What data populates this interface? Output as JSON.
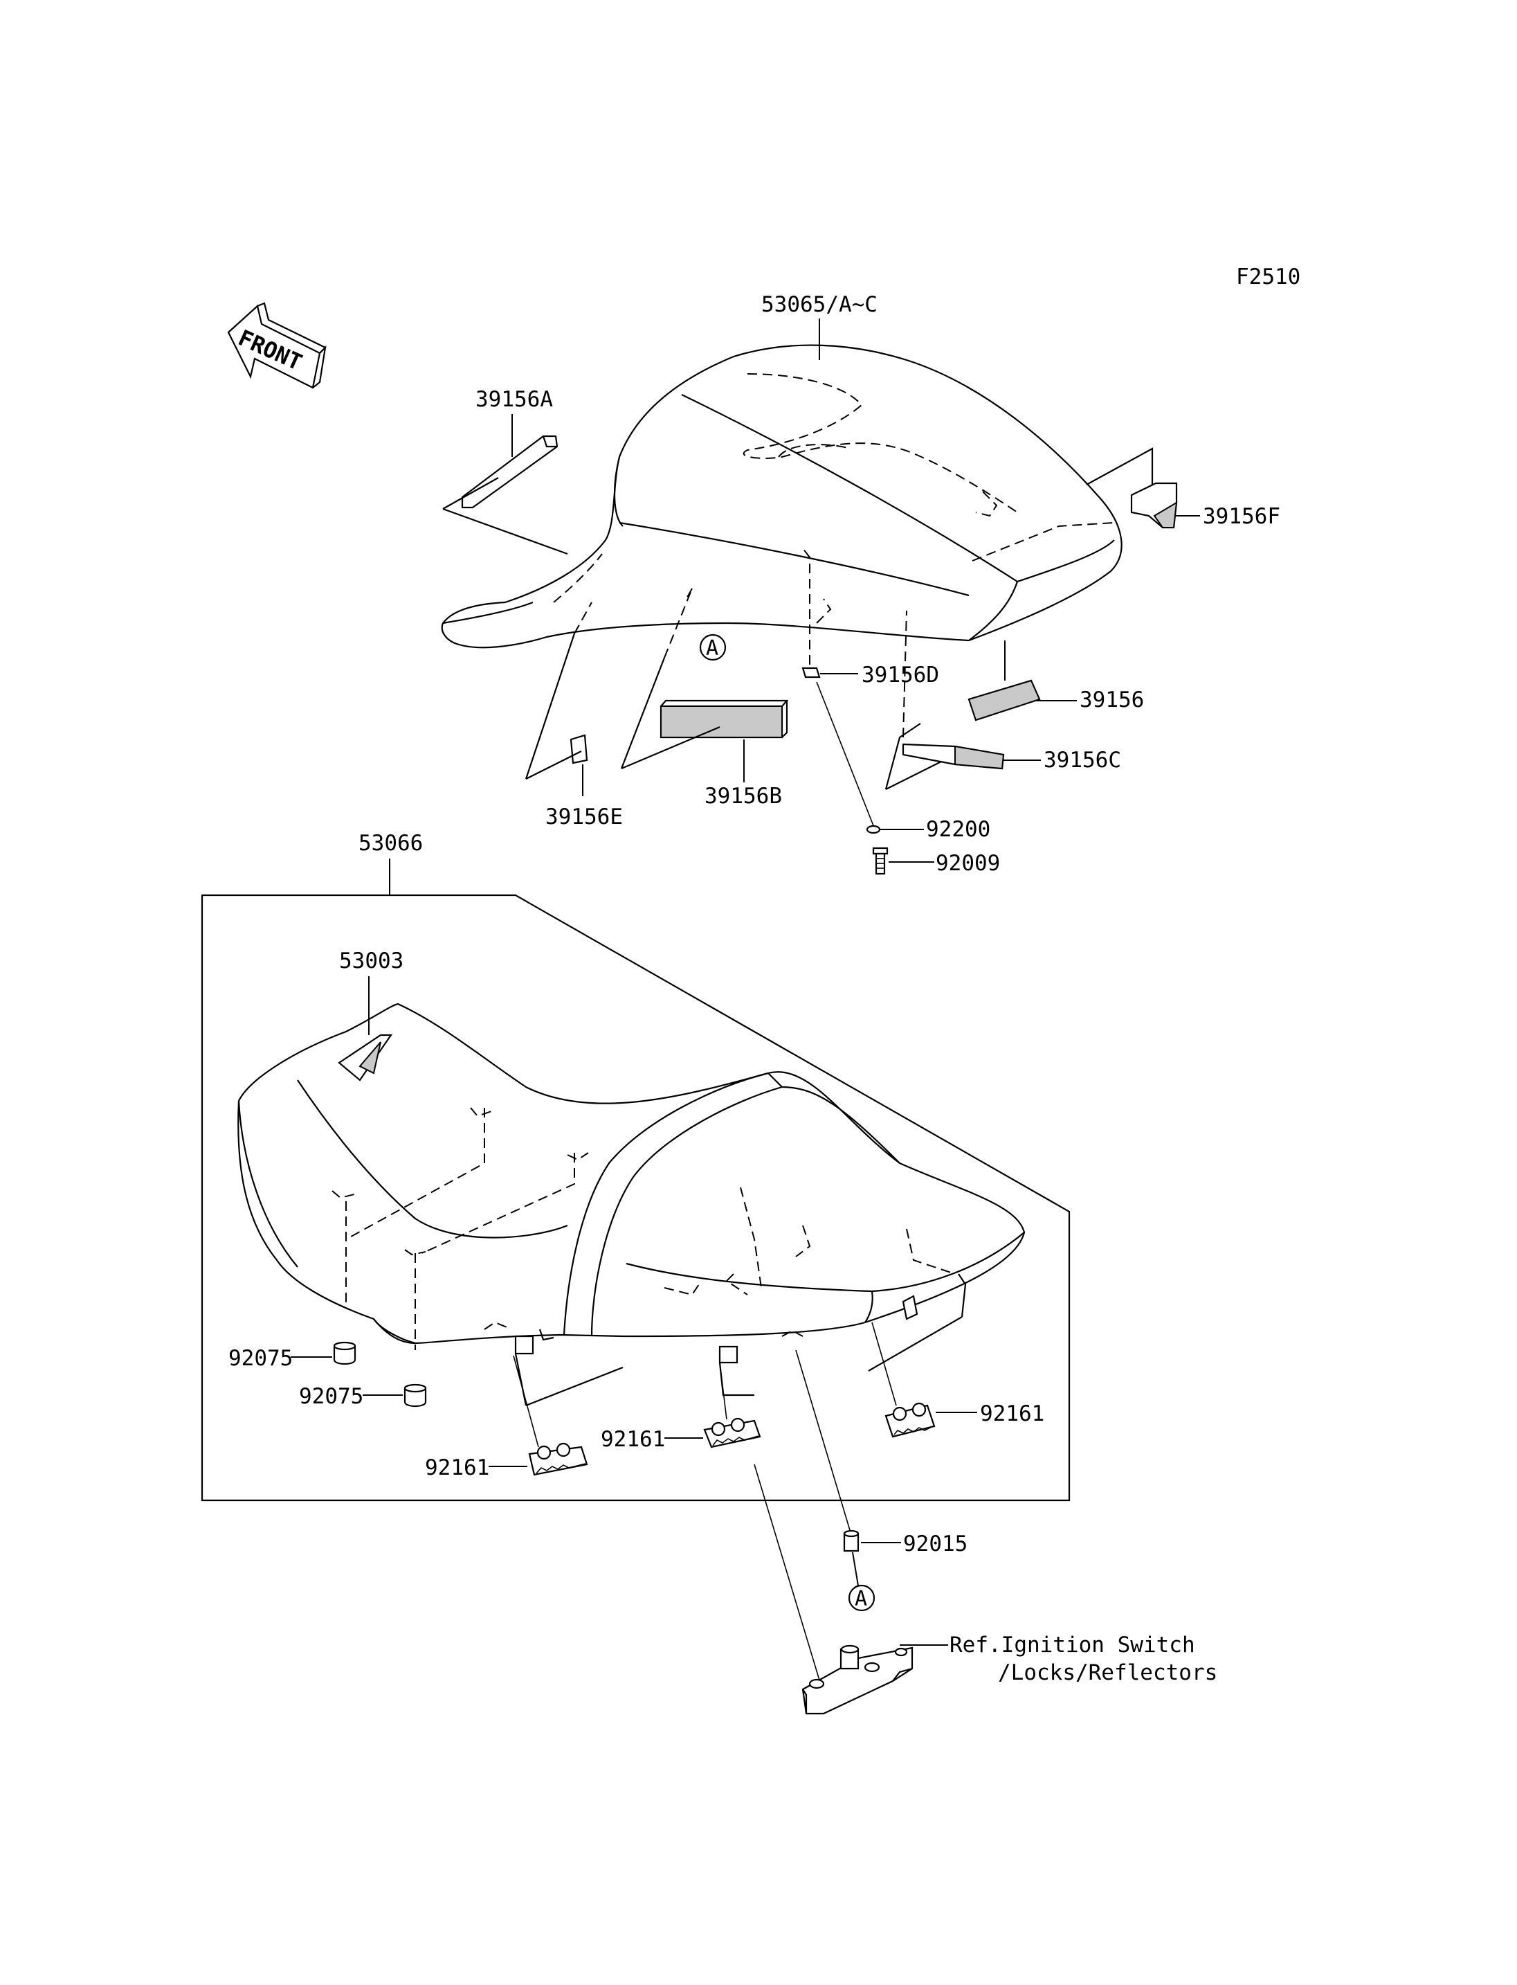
{
  "figure_code": "F2510",
  "front_label": "FRONT",
  "callout_letter": "A",
  "parts": {
    "rear_seat": "53065/A~C",
    "pad_a": "39156A",
    "pad_f": "39156F",
    "pad_d": "39156D",
    "pad": "39156",
    "pad_c": "39156C",
    "pad_b": "39156B",
    "pad_e": "39156E",
    "washer": "92200",
    "bolt_rear": "92009",
    "seat_assy": "53066",
    "seat_cover": "53003",
    "damper_1": "92075",
    "damper_2": "92075",
    "bracket_r": "92161",
    "bracket_m": "92161",
    "bracket_l": "92161",
    "collar": "92015"
  },
  "reference": {
    "line1": "Ref.Ignition Switch",
    "line2": "/Locks/Reflectors"
  }
}
